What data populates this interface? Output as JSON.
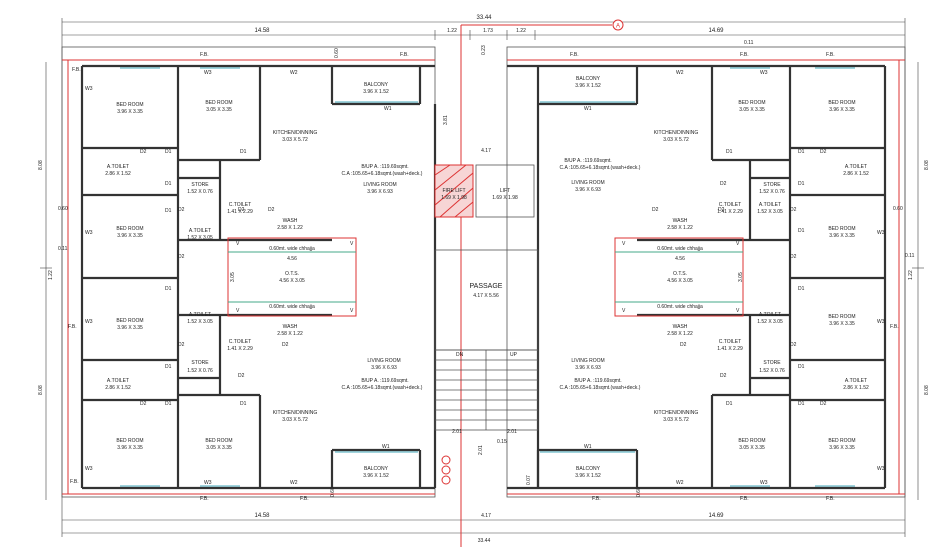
{
  "dims": {
    "overall_width": "33.44",
    "left_wing": "14.58",
    "right_wing": "14.69",
    "center_gap": "4.17",
    "c122a": "1.22",
    "c173": "1.73",
    "c122b": "1.22",
    "d023": "0.23",
    "d011": "0.11",
    "d381": "3.81",
    "d808a": "8.08",
    "d808b": "8.08",
    "d808c": "8.08",
    "d808d": "8.08",
    "d060a": "0.60",
    "d060b": "0.60",
    "d011b": "0.11",
    "d011c": "0.11",
    "d122l": "1.22",
    "d122r": "1.22",
    "d305a": "3.05",
    "d305b": "3.05",
    "d456a": "4.56",
    "d456b": "4.56",
    "d201a": "2.01",
    "d201b": "2.01",
    "d201c": "2.01",
    "d015": "0.15",
    "d007": "0.07",
    "d060c": "0.60",
    "d060d": "0.60",
    "d060e": "0.60",
    "grid_a": "A"
  },
  "labels": {
    "fb": "F.B.",
    "w1": "W1",
    "w2": "W2",
    "w3": "W3",
    "d1": "D1",
    "d2": "D2",
    "v": "V",
    "dn": "DN",
    "up": "UP",
    "fb_tl1": "F.B.",
    "fb_tl2": "F.B.",
    "fb_tl3": "F.B.",
    "fb_tr1": "F.B.",
    "fb_tr2": "F.B.",
    "fb_tr3": "F.B.",
    "fb_bl1": "F.B.",
    "fb_bl2": "F.B.",
    "fb_bl3": "F.B.",
    "fb_br1": "F.B.",
    "fb_br2": "F.B.",
    "fb_br3": "F.B.",
    "fb_ml": "F.B.",
    "fb_mr": "F.B."
  },
  "rooms": {
    "bed_tl": {
      "name": "BED ROOM",
      "size": "3.96 X 3.35"
    },
    "bed_tl2": {
      "name": "BED ROOM",
      "size": "3.05 X 3.35"
    },
    "kitchen_tl": {
      "name": "KITCHEN/DINNING",
      "size": "3.03 X 5.72"
    },
    "balcony_tl": {
      "name": "BALCONY",
      "size": "3.96 X 1.52"
    },
    "atoilet_tl": {
      "name": "A.TOILET",
      "size": "2.86 X 1.52"
    },
    "store_tl": {
      "name": "STORE",
      "size": "1.52 X 0.76"
    },
    "ctoilet_tl": {
      "name": "C.TOILET",
      "size": "1.41 X 2.29"
    },
    "wash_tl": {
      "name": "WASH",
      "size": "2.58 X 1.22"
    },
    "living_tl": {
      "name": "LIVING ROOM",
      "size": "3.96 X 6.93"
    },
    "bupa_tl": "B/UP A. :119.69sqmt.",
    "ca_tl": "C.A :105.65+6.18sqmt.(wash+deck.)",
    "bed_ml": {
      "name": "BED ROOM",
      "size": "3.96 X 3.35"
    },
    "atoilet_ml": {
      "name": "A.TOILET",
      "size": "1.52 X 3.05"
    },
    "bed_ml2": {
      "name": "BED ROOM",
      "size": "3.96 X 3.35"
    },
    "atoilet_ml2": {
      "name": "A.TOILET",
      "size": "1.52 X 3.05"
    },
    "ots_l": {
      "name": "O.T.S.",
      "size": "4.56 X 3.05"
    },
    "chhajja_l1": "0.60mt. wide chhajja",
    "chhajja_l2": "0.60mt. wide chhajja",
    "ctoilet_bl": {
      "name": "C.TOILET",
      "size": "1.41 X 2.29"
    },
    "wash_bl": {
      "name": "WASH",
      "size": "2.58 X 1.22"
    },
    "store_bl": {
      "name": "STORE",
      "size": "1.52 X 0.76"
    },
    "atoilet_bl": {
      "name": "A.TOILET",
      "size": "2.86 X 1.52"
    },
    "living_bl": {
      "name": "LIVING ROOM",
      "size": "3.96 X 6.93"
    },
    "bupa_bl": "B/UP A. :119.69sqmt.",
    "ca_bl": "C.A :105.65+6.18sqmt.(wash+deck.)",
    "kitchen_bl": {
      "name": "KITCHEN/DINNING",
      "size": "3.03 X 5.72"
    },
    "bed_bl": {
      "name": "BED ROOM",
      "size": "3.96 X 3.35"
    },
    "bed_bl2": {
      "name": "BED ROOM",
      "size": "3.05 X 3.35"
    },
    "balcony_bl": {
      "name": "BALCONY",
      "size": "3.96 X 1.52"
    },
    "fire_lift": {
      "name": "FIRE LIFT",
      "size": "1.69 X 1.98"
    },
    "lift": {
      "name": "LIFT",
      "size": "1.69 X 1.98"
    },
    "passage": {
      "name": "PASSAGE",
      "size": "4.17 X 5.56"
    },
    "balcony_tr": {
      "name": "BALCONY",
      "size": "3.96 X 1.52"
    },
    "kitchen_tr": {
      "name": "KITCHEN/DINNING",
      "size": "3.03 X 5.72"
    },
    "bed_tr2": {
      "name": "BED ROOM",
      "size": "3.05 X 3.35"
    },
    "bed_tr": {
      "name": "BED ROOM",
      "size": "3.96 X 3.35"
    },
    "atoilet_tr": {
      "name": "A.TOILET",
      "size": "2.86 X 1.52"
    },
    "bupa_tr": "B/UP A. :119.69sqmt.",
    "ca_tr": "C.A :105.65+6.18sqmt.(wash+deck.)",
    "living_tr": {
      "name": "LIVING ROOM",
      "size": "3.96 X 6.93"
    },
    "store_tr": {
      "name": "STORE",
      "size": "1.52 X 0.76"
    },
    "ctoilet_tr": {
      "name": "C.TOILET",
      "size": "1.41 X 2.29"
    },
    "wash_tr": {
      "name": "WASH",
      "size": "2.58 X 1.22"
    },
    "atoilet_mr": {
      "name": "A.TOILET",
      "size": "1.52 X 3.05"
    },
    "bed_mr": {
      "name": "BED ROOM",
      "size": "3.96 X 3.35"
    },
    "ots_r": {
      "name": "O.T.S.",
      "size": "4.56 X 3.05"
    },
    "chhajja_r1": "0.60mt. wide chhajja",
    "chhajja_r2": "0.60mt. wide chhajja",
    "atoilet_mr2": {
      "name": "A.TOILET",
      "size": "1.52 X 3.05"
    },
    "bed_mr2": {
      "name": "BED ROOM",
      "size": "3.96 X 3.35"
    },
    "wash_br": {
      "name": "WASH",
      "size": "2.58 X 1.22"
    },
    "ctoilet_br": {
      "name": "C.TOILET",
      "size": "1.41 X 2.29"
    },
    "store_br": {
      "name": "STORE",
      "size": "1.52 X 0.76"
    },
    "atoilet_br": {
      "name": "A.TOILET",
      "size": "2.86 X 1.52"
    },
    "living_br": {
      "name": "LIVING ROOM",
      "size": "3.96 X 6.93"
    },
    "bupa_br": "B/UP A. :119.69sqmt.",
    "ca_br": "C.A :105.65+6.18sqmt.(wash+deck.)",
    "kitchen_br": {
      "name": "KITCHEN/DINNING",
      "size": "3.03 X 5.72"
    },
    "bed_br2": {
      "name": "BED ROOM",
      "size": "3.05 X 3.35"
    },
    "bed_br": {
      "name": "BED ROOM",
      "size": "3.96 X 3.35"
    },
    "balcony_br": {
      "name": "BALCONY",
      "size": "3.96 X 1.52"
    }
  }
}
